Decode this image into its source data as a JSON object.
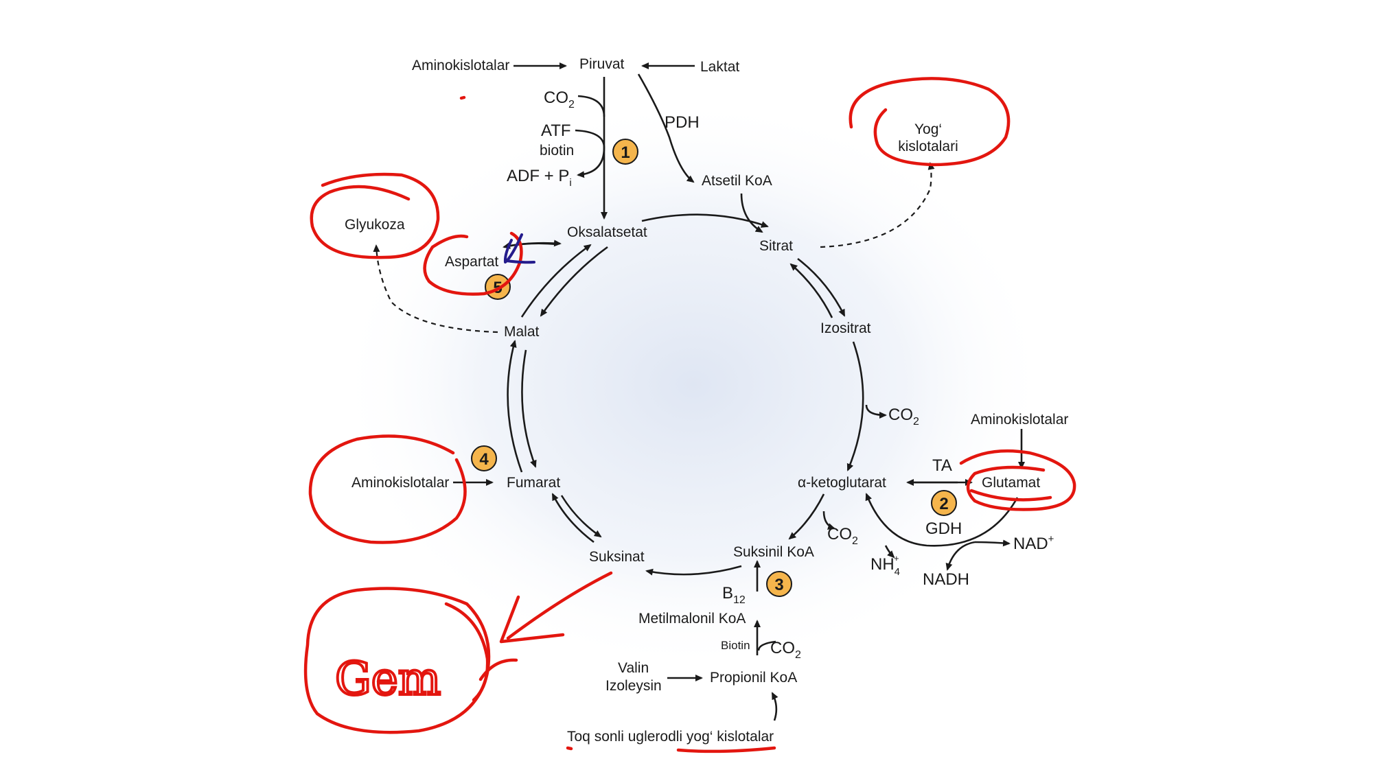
{
  "nodes": {
    "aminokislotalar_top": "Aminokislotalar",
    "piruvat": "Piruvat",
    "laktat": "Laktat",
    "co2_top": "CO",
    "atf": "ATF",
    "biotin_top": "biotin",
    "adf_pi": "ADF + P",
    "pi_sub": "i",
    "pdh": "PDH",
    "atsetil_koa": "Atsetil KoA",
    "yog_kislotalari_line1": "Yog‘",
    "yog_kislotalari_line2": "kislotalari",
    "glyukoza": "Glyukoza",
    "oksalatsetat": "Oksalatsetat",
    "sitrat": "Sitrat",
    "aspartat": "Aspartat",
    "malat": "Malat",
    "izositrat": "Izositrat",
    "co2_right": "CO",
    "aminokislotalar_right": "Aminokislotalar",
    "ta": "TA",
    "glutamat": "Glutamat",
    "alpha_ketoglutarat": "α-ketoglutarat",
    "gdh": "GDH",
    "aminokislotalar_left": "Aminokislotalar",
    "fumarat": "Fumarat",
    "co2_suksinil": "CO",
    "nad_plus": "NAD",
    "nh4": "NH",
    "nadh": "NADH",
    "suksinat": "Suksinat",
    "suksinil_koa": "Suksinil KoA",
    "b12": "B",
    "b12_sub": "12",
    "metilmalonil_koa": "Metilmalonil KoA",
    "biotin_bottom": "Biotin",
    "co2_bottom": "CO",
    "valin": "Valin",
    "izoleysin": "Izoleysin",
    "propionil_koa": "Propionil KoA",
    "toq_sonli": "Toq sonli uglerodli yog‘ kislotalar",
    "sub2": "2",
    "sup_plus": "+",
    "nh4_sub": "4",
    "nh4_sup": "+"
  },
  "badges": [
    "1",
    "2",
    "3",
    "4",
    "5"
  ],
  "handwriting": "Gem",
  "colors": {
    "annotation_red": "#e3160f",
    "annotation_blue": "#241c8c",
    "badge_fill": "#f5b54c",
    "line": "#1a1a1a"
  }
}
